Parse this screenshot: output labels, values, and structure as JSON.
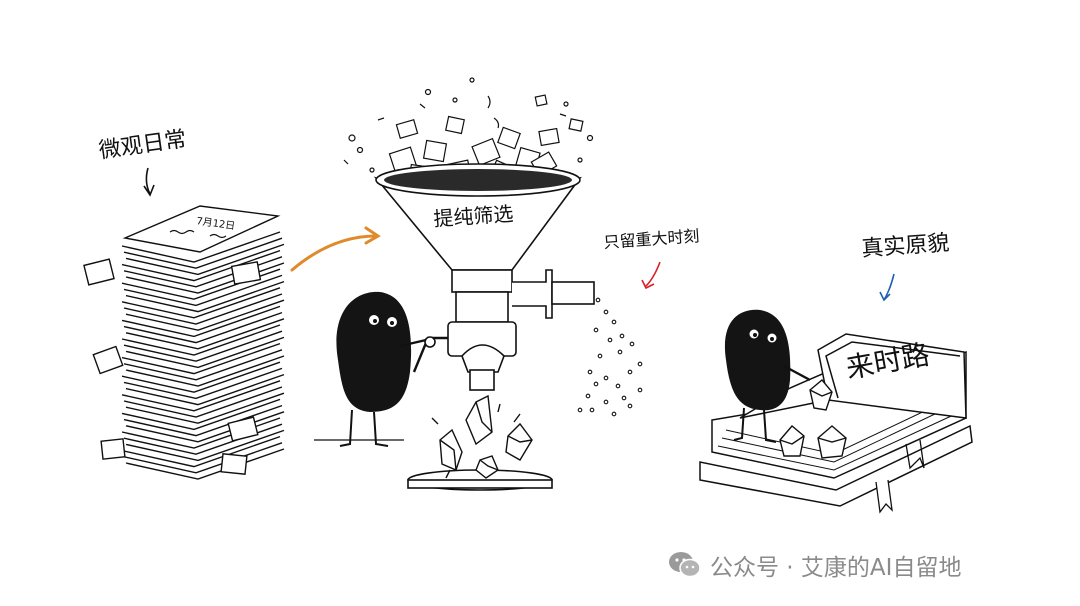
{
  "illustration": {
    "stack_label": "微观日常",
    "paper_date": "7月12日",
    "funnel_label": "提纯筛选",
    "red_note": "只留重大时刻",
    "blue_note": "真实原貌",
    "book_title": "来时路"
  },
  "colors": {
    "ink": "#111111",
    "orange_arrow": "#e08a2c",
    "red_note": "#d9202a",
    "blue_note": "#1f5fb0",
    "watermark": "#8a8a8a"
  },
  "watermark": {
    "text": "公众号 · 艾康的AI自留地",
    "icon": "wechat-icon"
  }
}
